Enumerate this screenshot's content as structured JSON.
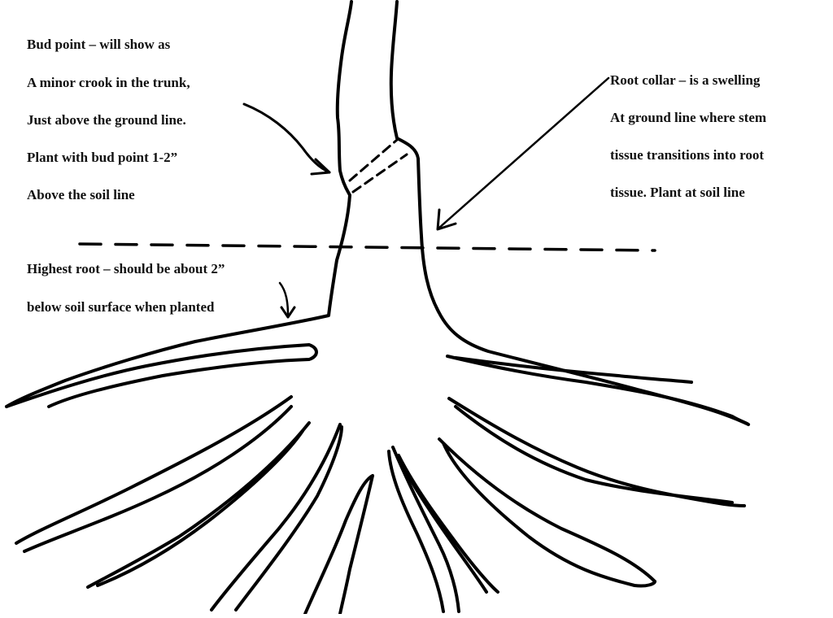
{
  "bud_point": {
    "lines": [
      "Bud point – will show as",
      "A minor crook in the trunk,",
      "Just above the ground line.",
      "Plant with bud point 1-2”",
      "Above the soil line"
    ]
  },
  "root_collar": {
    "lines": [
      "Root collar – is a swelling",
      "At ground line where stem",
      "tissue transitions into root",
      "tissue.  Plant at soil line"
    ]
  },
  "highest_root": {
    "lines": [
      "Highest root – should be about 2”",
      "below soil surface when planted"
    ]
  }
}
